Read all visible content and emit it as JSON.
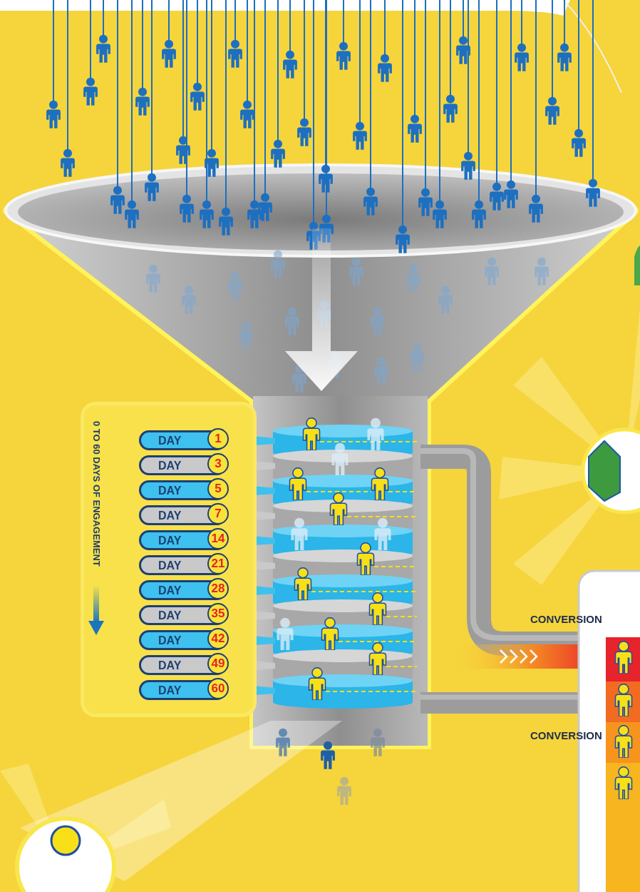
{
  "diagram": {
    "nodes": [
      {
        "text": [
          "0 TO 60 DAYS OF ENGAGEMENT"
        ]
      },
      {
        "text": [
          "DAY",
          "1"
        ],
        "in": 0
      },
      {
        "text": [
          "DAY",
          "3"
        ],
        "in": 0
      },
      {
        "text": [
          "DAY",
          "5"
        ],
        "in": 0
      },
      {
        "text": [
          "DAY",
          "7"
        ],
        "in": 0
      },
      {
        "text": [
          "DAY",
          "14"
        ],
        "in": 0
      },
      {
        "text": [
          "DAY",
          "21"
        ],
        "in": 0
      },
      {
        "text": [
          "DAY",
          "28"
        ],
        "in": 0
      },
      {
        "text": [
          "DAY",
          "35"
        ],
        "in": 0
      },
      {
        "text": [
          "DAY",
          "42"
        ],
        "in": 0
      },
      {
        "text": [
          "DAY",
          "49"
        ],
        "in": 0
      },
      {
        "text": [
          "DAY",
          "60"
        ],
        "in": 0
      }
    ],
    "labels": [
      "CONVERSION",
      "CONVERSION"
    ]
  }
}
